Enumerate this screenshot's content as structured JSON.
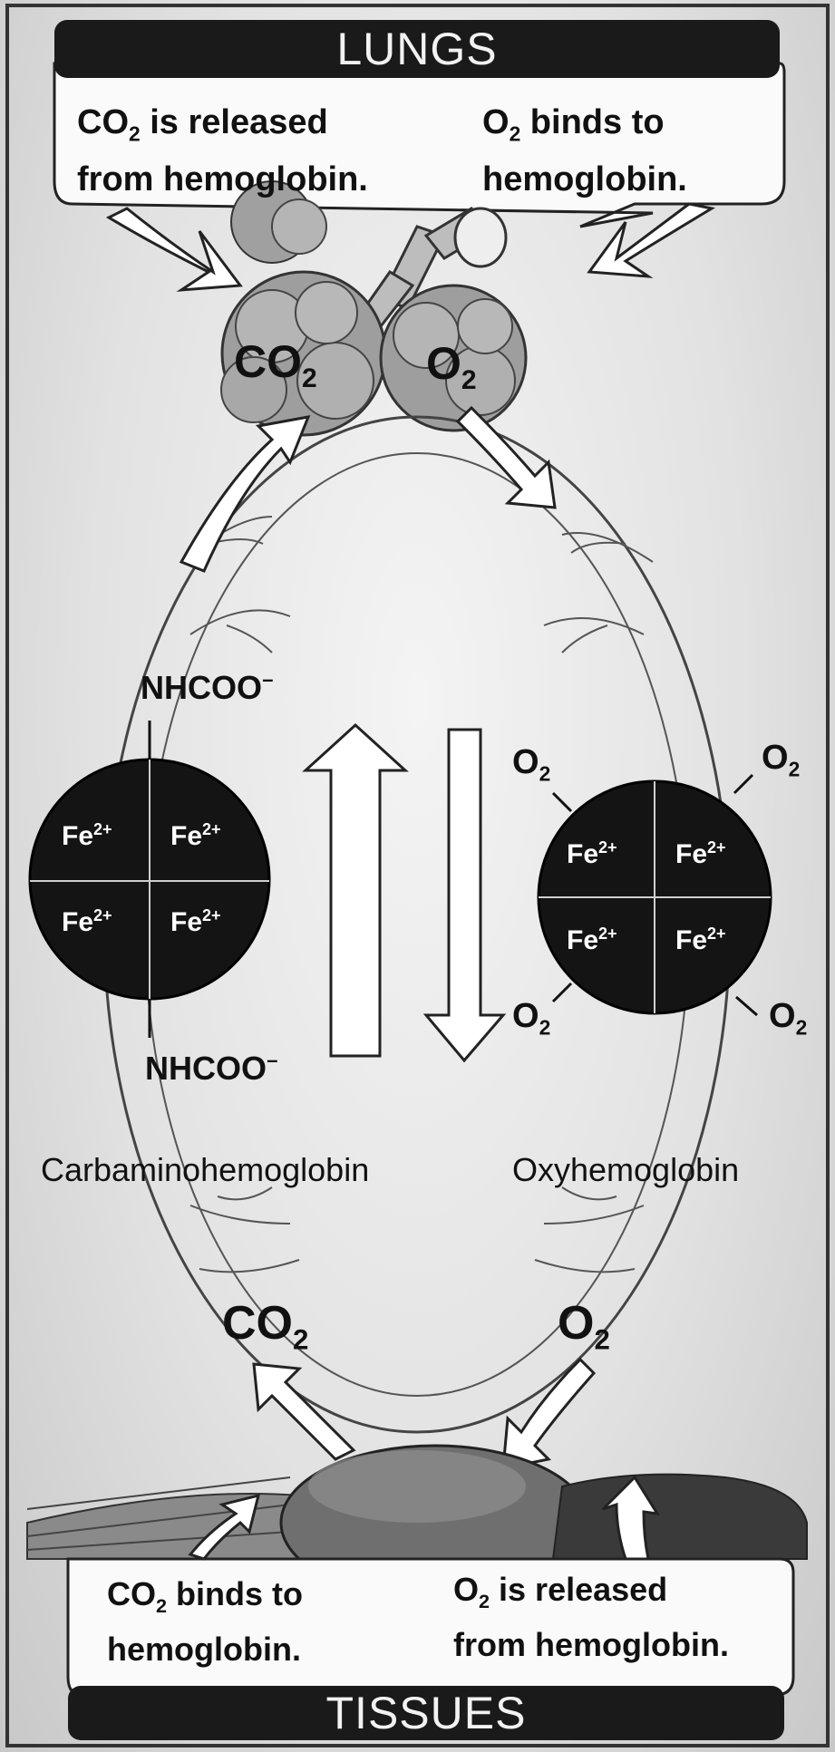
{
  "top_banner": "LUNGS",
  "bottom_banner": "TISSUES",
  "lungs_left_line1": "CO",
  "lungs_left_sub": "2",
  "lungs_left_line1b": " is released",
  "lungs_left_line2": "from hemoglobin.",
  "lungs_right_line1": "O",
  "lungs_right_sub": "2",
  "lungs_right_line1b": " binds to",
  "lungs_right_line2": "hemoglobin.",
  "tissues_left_line1": "CO",
  "tissues_left_sub": "2",
  "tissues_left_line1b": " binds to",
  "tissues_left_line2": "hemoglobin.",
  "tissues_right_line1": "O",
  "tissues_right_sub": "2",
  "tissues_right_line1b": " is released",
  "tissues_right_line2": "from hemoglobin.",
  "alveolus_co2": "CO",
  "alveolus_co2_sub": "2",
  "alveolus_o2": "O",
  "alveolus_o2_sub": "2",
  "carbamino_group": "NHCOO",
  "carbamino_charge": "−",
  "iron_base": "Fe",
  "iron_charge": "2+",
  "oxygen_base": "O",
  "oxygen_sub": "2",
  "left_caption": "Carbaminohemoglobin",
  "right_caption": "Oxyhemoglobin",
  "bottom_co2": "CO",
  "bottom_co2_sub": "2",
  "bottom_o2": "O",
  "bottom_o2_sub": "2"
}
